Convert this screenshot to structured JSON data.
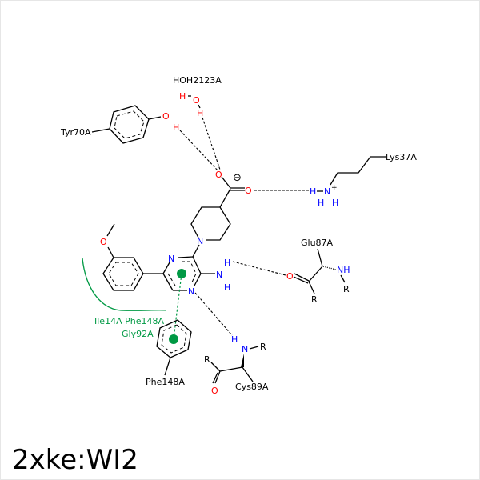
{
  "title": "2xke:WI2",
  "residues": {
    "water": "HOH2123A",
    "tyr": "Tyr70A",
    "lys": "Lys37A",
    "glu": "Glu87A",
    "cys": "Cys89A",
    "phe": "Phe148A",
    "hydrophobic_1": "Ile14A Phe148A",
    "hydrophobic_2": "Gly92A"
  },
  "atoms": {
    "O": "O",
    "H": "H",
    "N": "N",
    "NH": "NH",
    "R": "R",
    "plus": "+",
    "minus": "⊖"
  },
  "colors": {
    "oxygen": "#ff0000",
    "nitrogen": "#0000ff",
    "hydrophobic": "#009944",
    "bond": "#000000"
  }
}
